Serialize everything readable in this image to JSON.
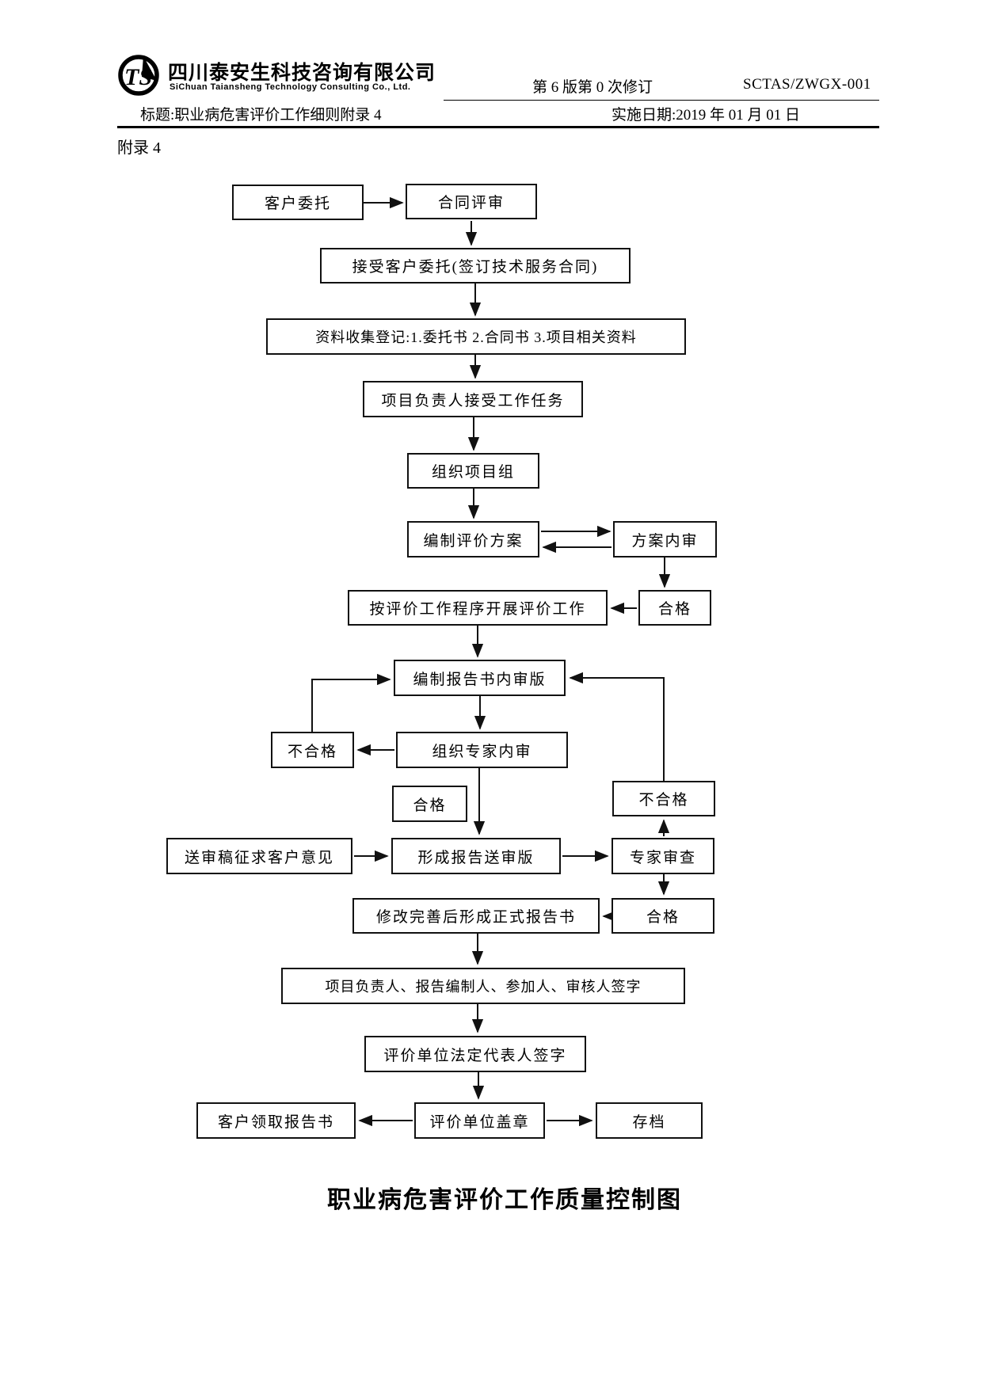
{
  "header": {
    "logo_text": "TS",
    "company_cn": "四川泰安生科技咨询有限公司",
    "company_en": "SiChuan Taiansheng Technology Consulting Co., Ltd.",
    "revision": "第 6 版第 0 次修订",
    "doc_number": "SCTAS/ZWGX-001",
    "title": "标题:职业病危害评价工作细则附录 4",
    "impl_date": "实施日期:2019 年 01 月 01 日"
  },
  "annex_label": "附录 4",
  "flowchart": {
    "caption": "职业病危害评价工作质量控制图",
    "nodes": {
      "client_commission": "客户委托",
      "contract_review": "合同评审",
      "accept_commission": "接受客户委托(签订技术服务合同)",
      "data_collection": "资料收集登记:1.委托书 2.合同书 3.项目相关资料",
      "leader_accept_task": "项目负责人接受工作任务",
      "organize_team": "组织项目组",
      "prepare_plan": "编制评价方案",
      "plan_internal_review": "方案内审",
      "carry_out_work": "按评价工作程序开展评价工作",
      "plan_qualified": "合格",
      "draft_internal": "编制报告书内审版",
      "expert_internal_review": "组织专家内审",
      "internal_unqualified": "不合格",
      "internal_qualified": "合格",
      "client_opinion": "送审稿征求客户意见",
      "report_for_review": "形成报告送审版",
      "expert_review": "专家审查",
      "expert_unqualified": "不合格",
      "expert_qualified": "合格",
      "final_report": "修改完善后形成正式报告书",
      "signatures": "项目负责人、报告编制人、参加人、审核人签字",
      "legal_rep_sign": "评价单位法定代表人签字",
      "client_receive": "客户领取报告书",
      "unit_seal": "评价单位盖章",
      "archive": "存档"
    }
  }
}
